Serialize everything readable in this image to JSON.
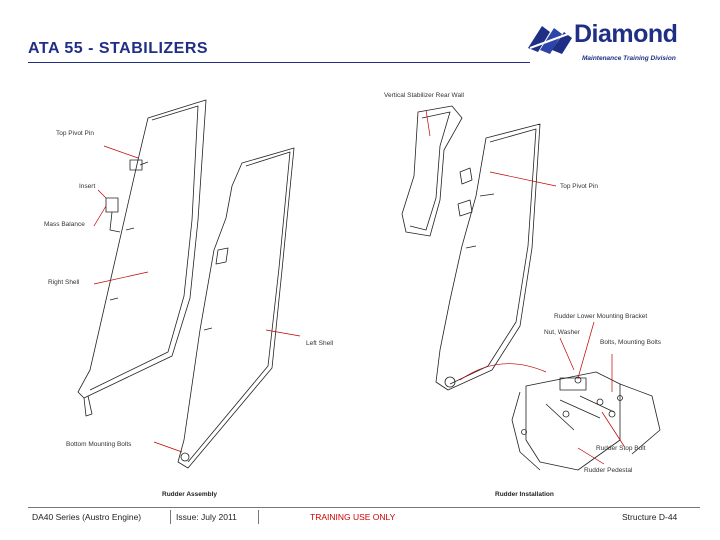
{
  "header": {
    "title": "ATA 55 - STABILIZERS",
    "logo_name": "Diamond",
    "logo_subtitle": "Maintenance Training Division"
  },
  "figure": {
    "labels": {
      "top_pivot_pin_left": "Top Pivot Pin",
      "insert": "Insert",
      "mass_balance": "Mass Balance",
      "right_shell": "Right Shell",
      "left_shell": "Left Shell",
      "bottom_mounting_bolts": "Bottom Mounting Bolts",
      "vertical_stabilizer_rear_wall": "Vertical Stabilizer Rear Wall",
      "top_pivot_pin_right": "Top Pivot Pin",
      "rudder_lower_mounting_bracket": "Rudder Lower Mounting Bracket",
      "nut_washer": "Nut, Washer",
      "bolts_mounting_bolts": "Bolts, Mounting Bolts",
      "rudder_stop_bolt": "Rudder Stop Bolt",
      "rudder_pedestal": "Rudder Pedestal"
    },
    "captions": {
      "left": "Rudder Assembly",
      "right": "Rudder Installation"
    }
  },
  "footer": {
    "series": "DA40 Series (Austro Engine)",
    "issue": "Issue: July 2011",
    "training": "TRAINING USE ONLY",
    "page": "Structure D-44"
  },
  "colors": {
    "title": "#1f2f86",
    "training": "#d00000",
    "leader": "#c00000"
  }
}
